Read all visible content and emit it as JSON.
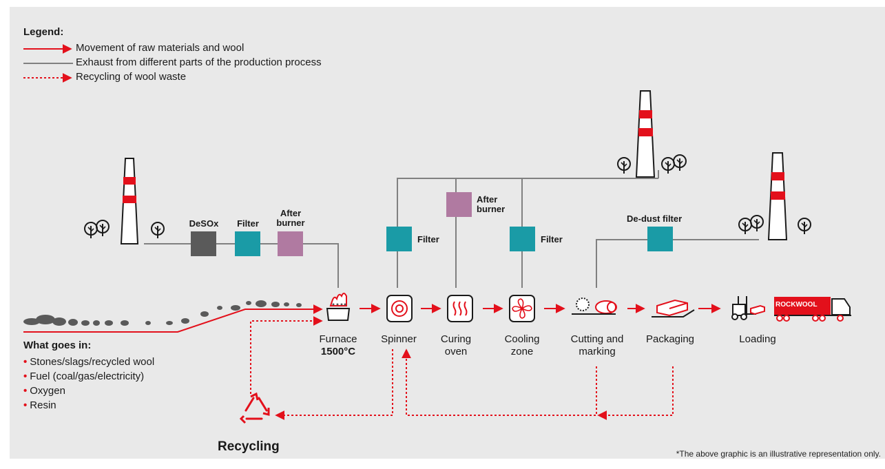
{
  "legend": {
    "title": "Legend:",
    "items": [
      {
        "label": "Movement of raw materials and wool",
        "style": "solid-red-arrow"
      },
      {
        "label": "Exhaust from different parts of the production process",
        "style": "solid-gray-line"
      },
      {
        "label": "Recycling of wool waste",
        "style": "dotted-red-arrow"
      }
    ]
  },
  "treatment_boxes": {
    "desox": "DeSOx",
    "filter_left": "Filter",
    "after_burner_left": "After burner",
    "filter_spinner": "Filter",
    "after_burner_oven": "After burner",
    "filter_cooling": "Filter",
    "dedust": "De-dust filter"
  },
  "steps": {
    "furnace": "Furnace",
    "furnace_temp": "1500°C",
    "spinner": "Spinner",
    "curing_oven": "Curing oven",
    "cooling_zone": "Cooling zone",
    "cutting": "Cutting and marking",
    "packaging": "Packaging",
    "loading": "Loading"
  },
  "inputs": {
    "title": "What goes in:",
    "items": [
      "Stones/slags/recycled wool",
      "Fuel (coal/gas/electricity)",
      "Oxygen",
      "Resin"
    ]
  },
  "recycling_label": "Recycling",
  "truck_brand": "ROCKWOOL",
  "footnote": "*The above graphic is an illustrative representation only.",
  "colors": {
    "red": "#e3101b",
    "exhaust_gray": "#808080",
    "desox_box": "#5a5a5a",
    "filter_box": "#1a9ba6",
    "after_burner_box": "#b07aa1",
    "background": "#e9e9e9"
  },
  "icons": [
    "chimney-icon",
    "tree-icon",
    "furnace-flame-icon",
    "spinner-icon",
    "curing-oven-icon",
    "cooling-fan-icon",
    "saw-roll-icon",
    "package-conveyor-icon",
    "forklift-icon",
    "truck-icon",
    "recycle-icon"
  ]
}
